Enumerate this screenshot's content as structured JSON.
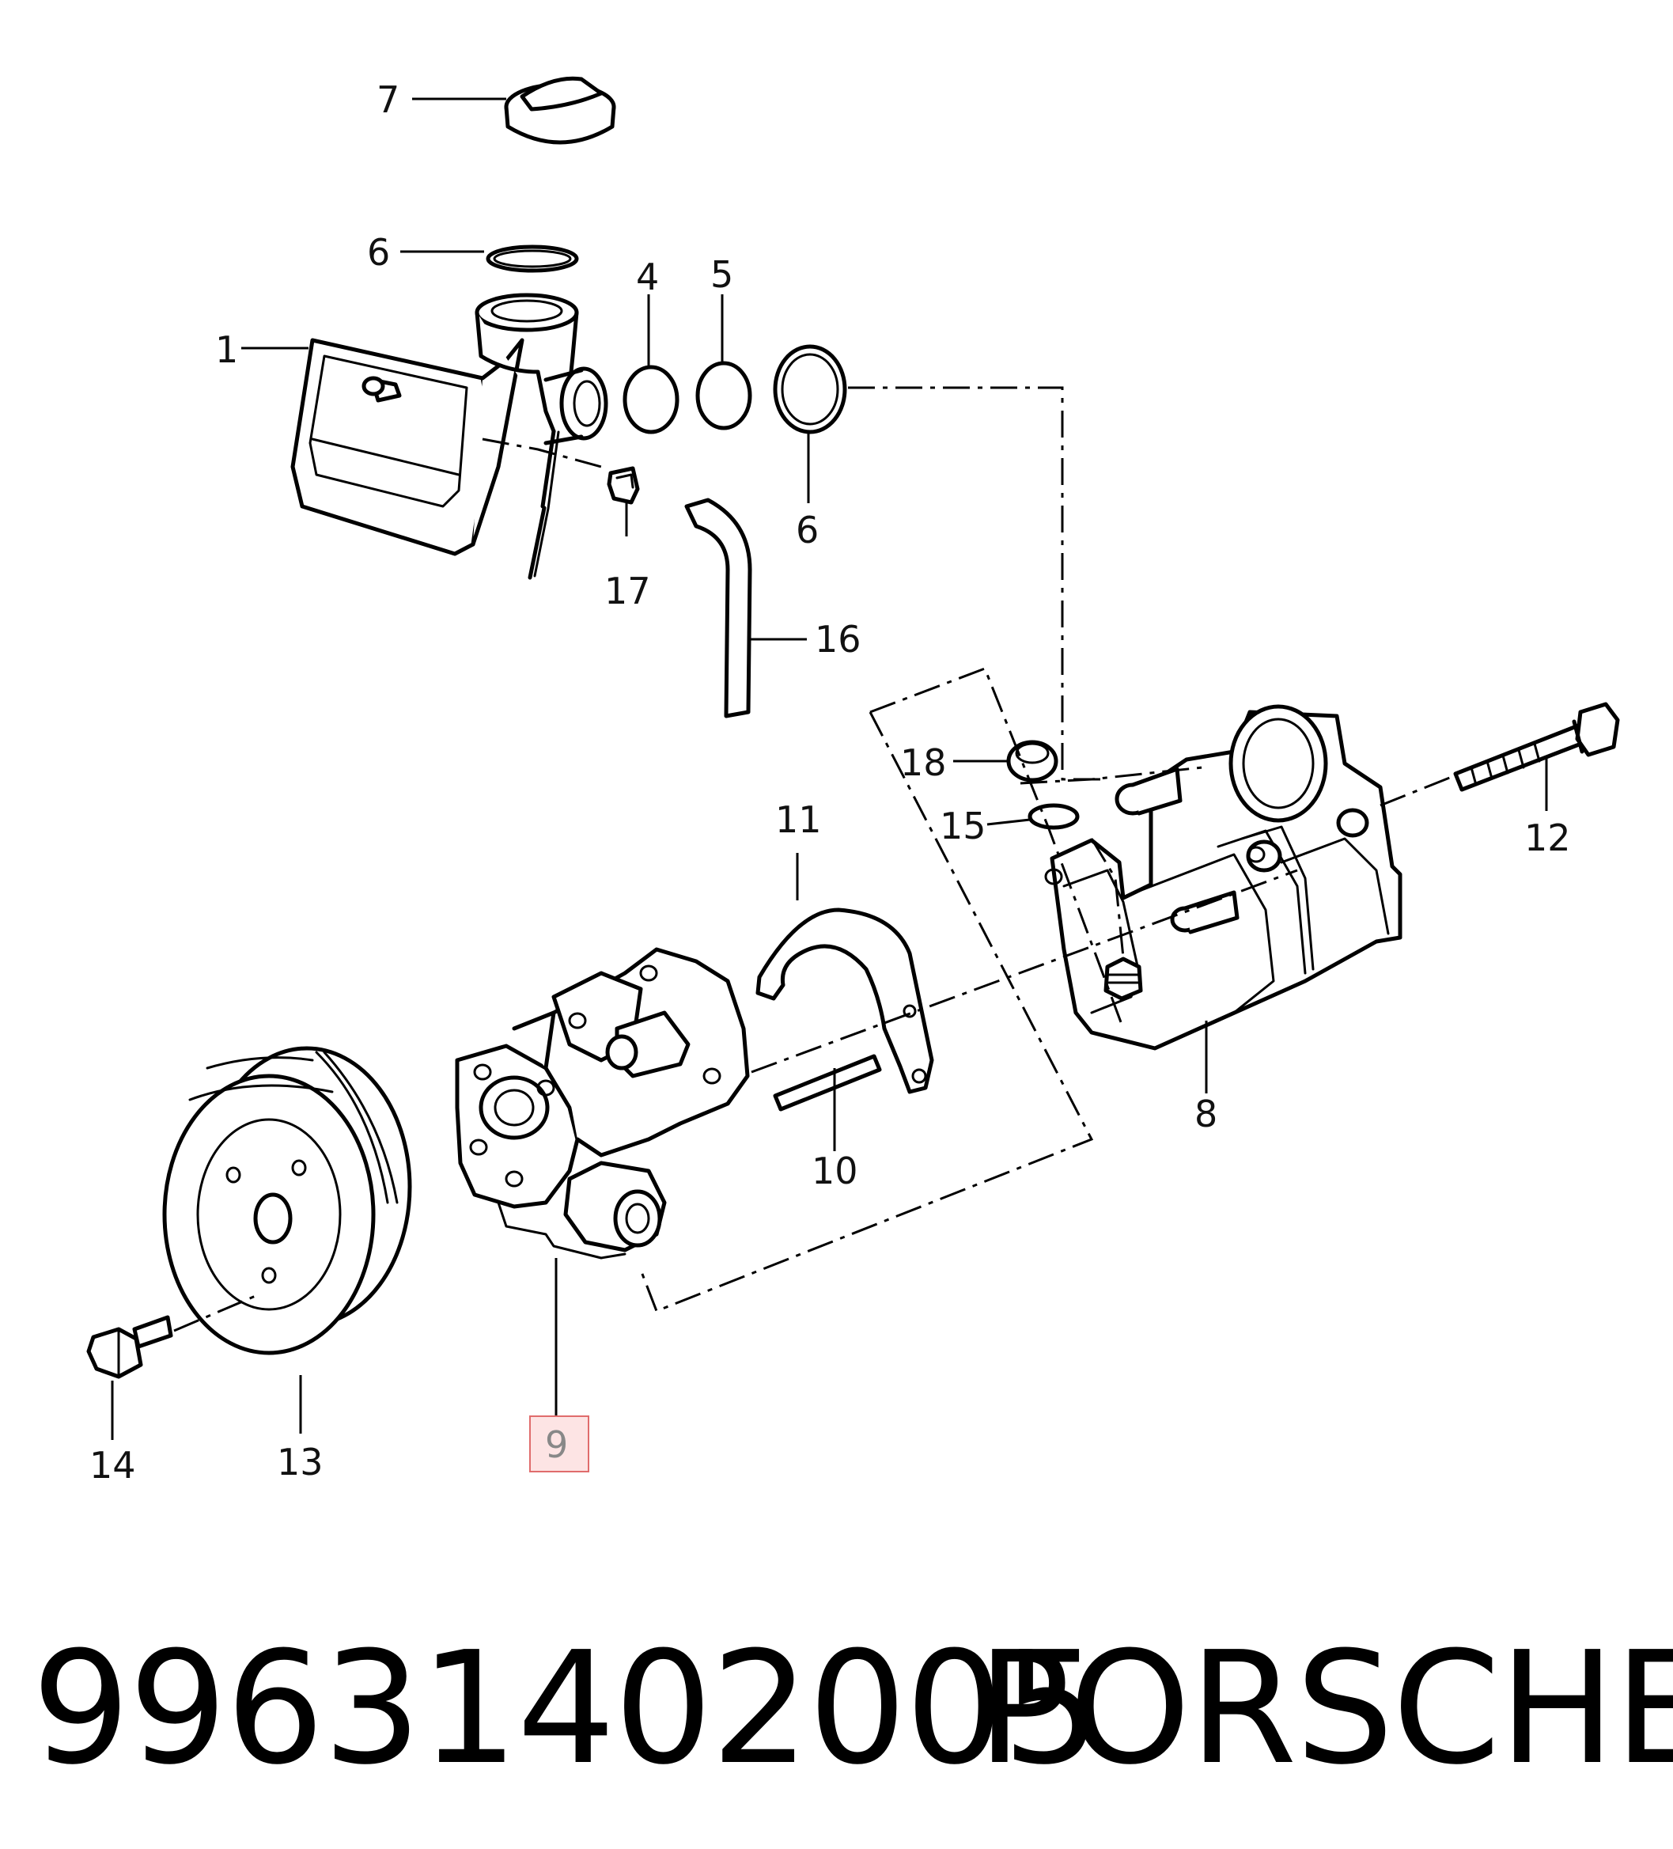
{
  "callouts": {
    "c1": "1",
    "c4": "4",
    "c5": "5",
    "c6a": "6",
    "c6b": "6",
    "c7": "7",
    "c8": "8",
    "c9": "9",
    "c10": "10",
    "c11": "11",
    "c12": "12",
    "c13": "13",
    "c14": "14",
    "c15": "15",
    "c16": "16",
    "c17": "17",
    "c18": "18"
  },
  "highlighted_callout": "9",
  "colors": {
    "highlight_border": "#e06c6c",
    "highlight_fill": "#fde4e4",
    "line": "#000000"
  },
  "footer": {
    "part_number": "99631402005",
    "brand": "PORSCHE"
  }
}
